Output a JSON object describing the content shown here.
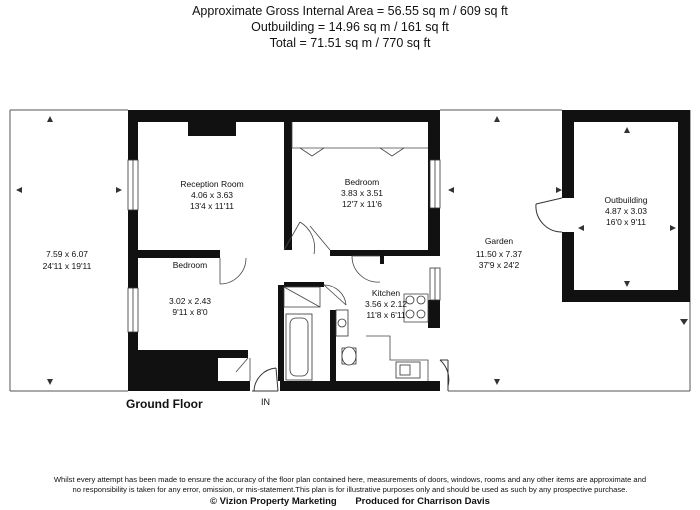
{
  "header": {
    "line1": "Approximate Gross Internal Area = 56.55 sq m / 609 sq ft",
    "line2": "Outbuilding = 14.96 sq m / 161 sq ft",
    "line3": "Total = 71.51 sq m / 770 sq ft"
  },
  "rooms": {
    "reception": {
      "name": "Reception Room",
      "metric": "4.06 x 3.63",
      "imperial": "13'4 x 11'11"
    },
    "bedroom1": {
      "name": "Bedroom",
      "metric": "3.83 x 3.51",
      "imperial": "12'7 x 11'6"
    },
    "bedroom2": {
      "name": "Bedroom",
      "metric": "3.02 x 2.43",
      "imperial": "9'11 x 8'0"
    },
    "kitchen": {
      "name": "Kitchen",
      "metric": "3.56 x 2.12",
      "imperial": "11'8 x 6'11"
    },
    "garden": {
      "name": "Garden",
      "metric": "11.50 x 7.37",
      "imperial": "37'9 x 24'2"
    },
    "outbuilding": {
      "name": "Outbuilding",
      "metric": "4.87 x 3.03",
      "imperial": "16'0 x 9'11"
    },
    "patio": {
      "metric": "7.59 x 6.07",
      "imperial": "24'11 x 19'11"
    }
  },
  "floor_label": "Ground Floor",
  "entrance_label": "IN",
  "disclaimer": {
    "line1": "Whilst every attempt has been made to ensure the accuracy of the floor plan contained here, measurements of doors, windows, rooms and any other items are approximate and",
    "line2": "no responsibility is taken for any error, omission, or mis-statement.This plan is for illustrative purposes only and should be used as such by any prospective purchase."
  },
  "footer": {
    "marketing": "© Vizion Property Marketing",
    "produced": "Produced for Charrison Davis"
  }
}
